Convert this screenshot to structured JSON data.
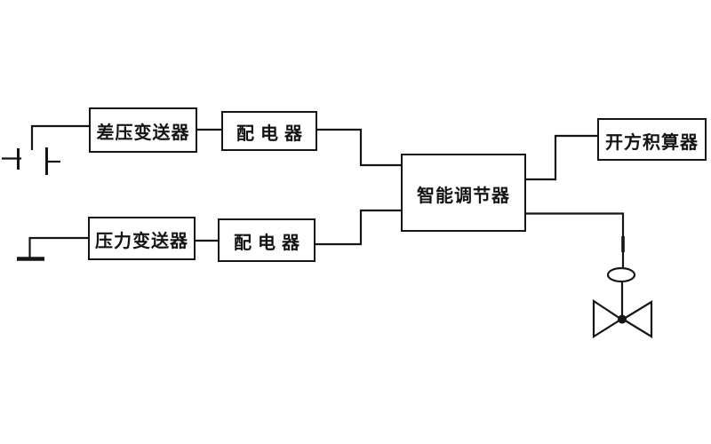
{
  "blocks": [
    {
      "id": "dp-transmitter",
      "label": "差压变送器"
    },
    {
      "id": "distributor-top",
      "label": "配电器"
    },
    {
      "id": "pressure-transmitter",
      "label": "压力变送器"
    },
    {
      "id": "distributor-bottom",
      "label": "配电器"
    },
    {
      "id": "smart-controller",
      "label": "智能调节器"
    },
    {
      "id": "sqrt-integrator",
      "label": "开方积算器"
    }
  ],
  "symbols": [
    {
      "name": "orifice-plate-symbol"
    },
    {
      "name": "pressure-tap-symbol"
    },
    {
      "name": "valve-actuator-icon"
    },
    {
      "name": "control-valve-icon"
    }
  ],
  "colors": {
    "ink": "#151515",
    "paper": "#ffffff"
  }
}
